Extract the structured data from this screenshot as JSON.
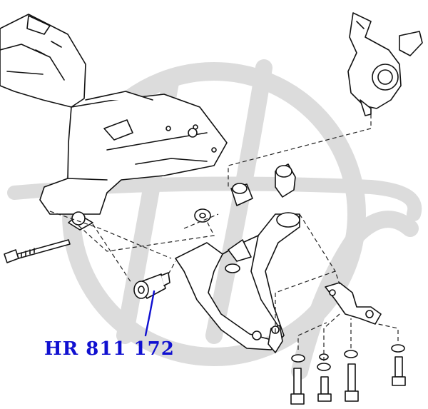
{
  "part_callout": {
    "label": "HR 811 172",
    "color": "#1010d0"
  },
  "watermark": {
    "logo_text": "Hr",
    "color": "#d8d8d8"
  },
  "drawing": {
    "line_color": "#111111",
    "parts": [
      "subframe",
      "steering-knuckle",
      "lower-control-arm",
      "front-bushing",
      "rear-bushing",
      "ball-joint",
      "mount-bolt",
      "bracket",
      "washers",
      "bolts"
    ]
  }
}
